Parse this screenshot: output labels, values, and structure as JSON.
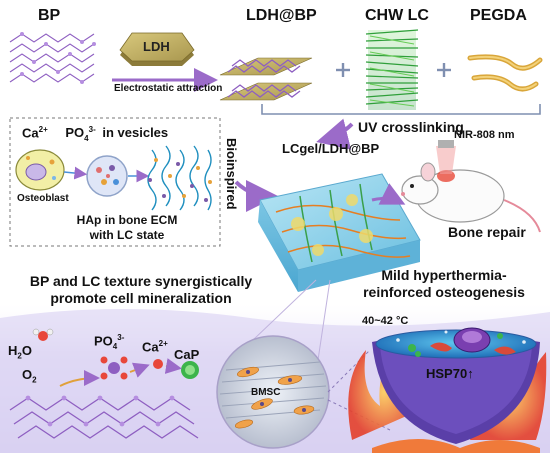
{
  "top_row": {
    "bp": "BP",
    "ldh": "LDH",
    "electrostatic": "Electrostatic attraction",
    "ldh_bp": "LDH@BP",
    "chw_lc": "CHW LC",
    "pegda": "PEGDA",
    "uv": "UV crosslinking"
  },
  "inset": {
    "ca": "Ca",
    "ca_sup": "2+",
    "po": "PO",
    "po_sub": "4",
    "po_sup": "3-",
    "in_vesicles": "in vesicles",
    "osteoblast": "Osteoblast",
    "hap_line1": "HAp in bone ECM",
    "hap_line2": "with LC state"
  },
  "middle": {
    "bioinspired": "Bioinspired",
    "lcgel": "LCgel/LDH@BP",
    "nir": "NIR-808 nm",
    "bone_repair": "Bone repair"
  },
  "bottom": {
    "bp_lc_line1": "BP and LC texture synergistically",
    "bp_lc_line2": "promote cell mineralization",
    "mild_line1": "Mild hyperthermia-",
    "mild_line2": "reinforced osteogenesis",
    "temp": "40~42 °C",
    "h2o": "H",
    "h2o_sub": "2",
    "h2o_o": "O",
    "o2": "O",
    "o2_sub": "2",
    "po": "PO",
    "po_sub": "4",
    "po_sup": "3-",
    "ca": "Ca",
    "ca_sup": "2+",
    "cap": "CaP",
    "bmsc": "BMSC",
    "hsp": "HSP70↑"
  },
  "colors": {
    "ldh_plate": "#c9b86a",
    "bp_purple": "#8e5fc1",
    "chw_green": "#3fae3f",
    "pegda_yellow": "#e1b84a",
    "hydrogel_blue": "#8ecfe8",
    "fire_red": "#e9502f",
    "arrow_purple": "#9b6bc9",
    "bottom_panel": "#d9d2f2"
  }
}
